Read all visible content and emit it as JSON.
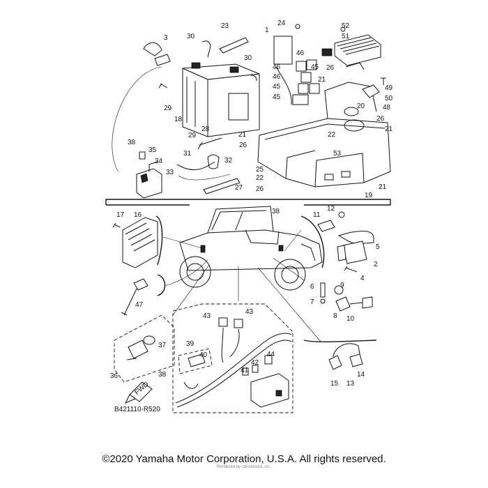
{
  "diagram_code": "B421110-R520",
  "fwd_label": "FWD",
  "copyright": "©2020 Yamaha Motor Corporation, U.S.A. All rights reserved.",
  "rendered_note": "Rendered by cdnventure, inc.",
  "callouts": {
    "c1": "1",
    "c2": "2",
    "c3": "3",
    "c4": "4",
    "c5": "5",
    "c6": "6",
    "c7": "7",
    "c8": "8",
    "c9": "9",
    "c10": "10",
    "c11": "11",
    "c12": "12",
    "c13": "13",
    "c14": "14",
    "c15": "15",
    "c16": "16",
    "c17": "17",
    "c18": "18",
    "c19": "19",
    "c20": "20",
    "c21a": "21",
    "c21b": "21",
    "c21c": "21",
    "c21d": "21",
    "c22a": "22",
    "c22b": "22",
    "c23": "23",
    "c24": "24",
    "c25": "25",
    "c26a": "26",
    "c26b": "26",
    "c26c": "26",
    "c26d": "26",
    "c27": "27",
    "c28": "28",
    "c29a": "29",
    "c29b": "29",
    "c30a": "30",
    "c30b": "30",
    "c31": "31",
    "c32": "32",
    "c33": "33",
    "c34": "34",
    "c35": "35",
    "c36": "36",
    "c37": "37",
    "c38a": "38",
    "c38b": "38",
    "c38c": "38",
    "c39": "39",
    "c40": "40",
    "c41": "41",
    "c42": "42",
    "c43a": "43",
    "c43b": "43",
    "c44": "44",
    "c45a": "45",
    "c45b": "45",
    "c45c": "45",
    "c46a": "46",
    "c46b": "46",
    "c46c": "46",
    "c47": "47",
    "c48": "48",
    "c49": "49",
    "c50": "50",
    "c51": "51",
    "c52": "52",
    "c53": "53"
  }
}
